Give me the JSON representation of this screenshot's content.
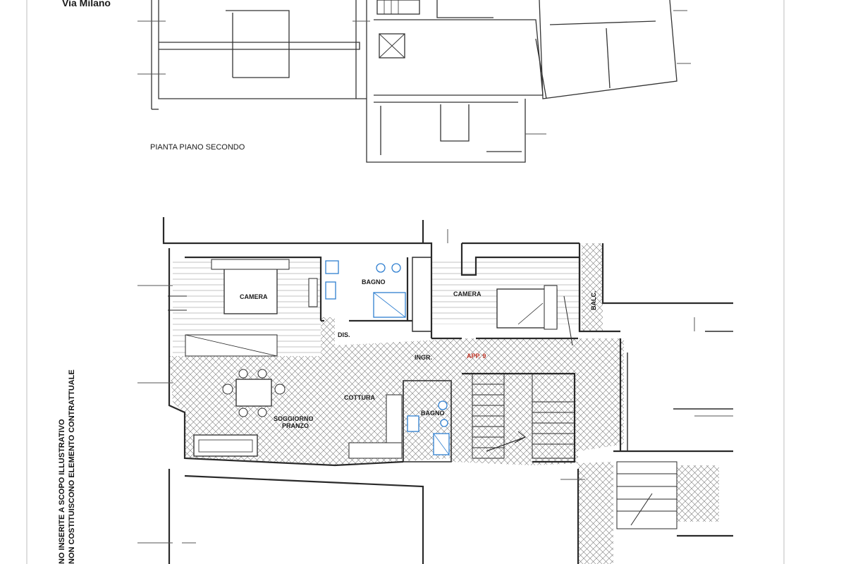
{
  "street_label": "Via Milano",
  "upper_plan": {
    "title": "PIANTA PIANO SECONDO"
  },
  "lower_plan": {
    "rooms": {
      "camera_1": "CAMERA",
      "bagno_1": "BAGNO",
      "camera_2": "CAMERA",
      "balc": "BALC.",
      "dis": "DIS.",
      "ingr": "INGR.",
      "app": "APP. 9",
      "cottura": "COTTURA",
      "bagno_2": "BAGNO",
      "soggiorno": "SOGGIORNO",
      "pranzo": "PRANZO"
    },
    "colors": {
      "lines": "#2a2a2a",
      "fixtures": "#2f7fd0",
      "unit_label": "#c0392b",
      "hatch": "#6a6a6a"
    }
  },
  "disclaimer": {
    "line1": "NO INSERITE A SCOPO ILLUSTRATIVO",
    "line2": "NON COSTITUISCONO ELEMENTO CONTRATTUALE"
  }
}
